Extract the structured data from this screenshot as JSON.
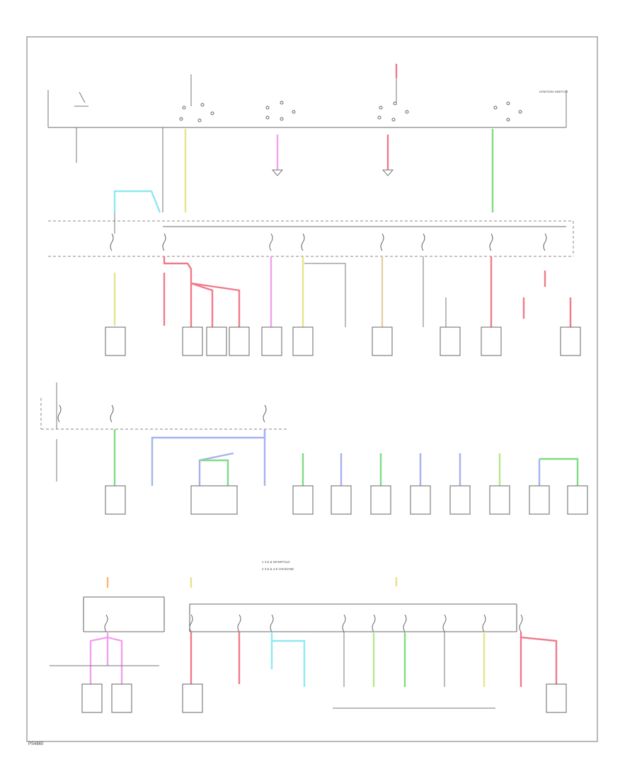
{
  "diagram": {
    "legend": [
      "1  3.5 & MANIFOLD",
      "2  3.5 & 4.6 VANNANE"
    ],
    "fig_ref": "PS4860",
    "ignition_label": "IGNITION SWITCH",
    "wire_colors": {
      "yellow": "#e6e48a",
      "pink": "#f2a0ef",
      "red": "#f07a8a",
      "green": "#7fdc83",
      "cyan": "#8fe8ef",
      "blue": "#a6b2ee",
      "lightgreen": "#b6e88f",
      "orange": "#f5b870",
      "tan": "#e8cfa0",
      "gray": "#bdbdbd",
      "lilac": "#c8b8f0"
    }
  }
}
